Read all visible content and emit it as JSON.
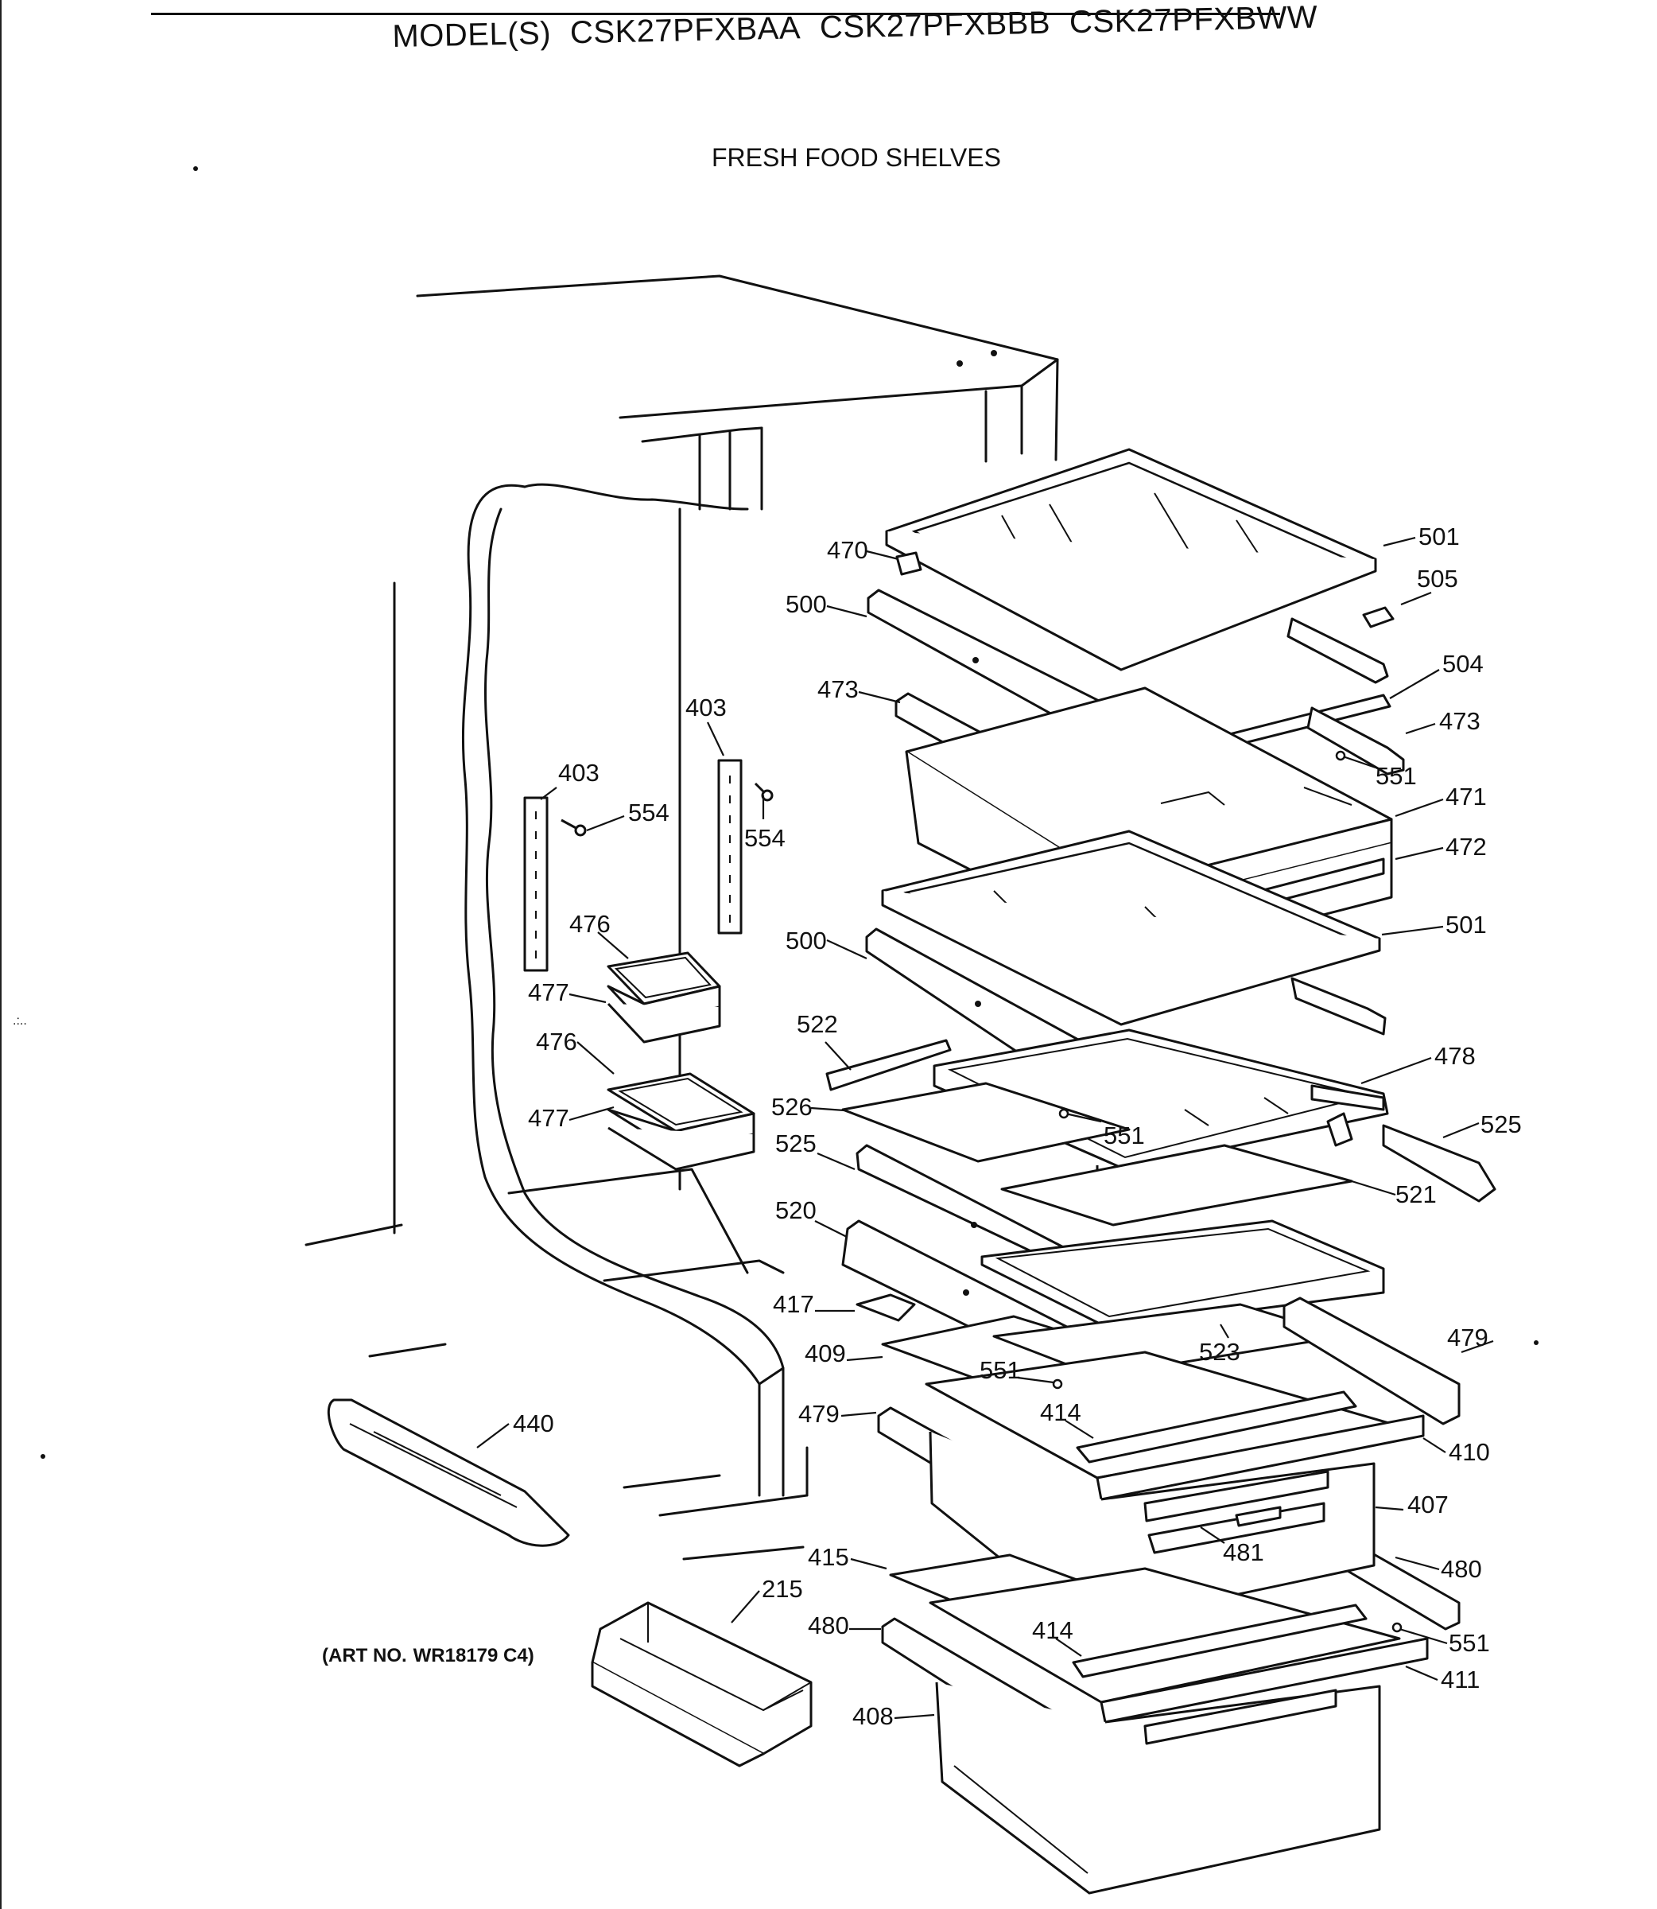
{
  "header": {
    "model_prefix": "MODEL(S)",
    "models": [
      "CSK27PFXBAA",
      "CSK27PFXBBB",
      "CSK27PFXBWW"
    ]
  },
  "section_title": "FRESH FOOD SHELVES",
  "art_number": {
    "prefix": "(ART NO.",
    "code": "WR18179 C4)"
  },
  "callouts": [
    {
      "id": "c470a",
      "label": "470"
    },
    {
      "id": "c500a",
      "label": "500"
    },
    {
      "id": "c501a",
      "label": "501"
    },
    {
      "id": "c505",
      "label": "505"
    },
    {
      "id": "c504",
      "label": "504"
    },
    {
      "id": "c473a",
      "label": "473"
    },
    {
      "id": "c473b",
      "label": "473"
    },
    {
      "id": "c403a",
      "label": "403"
    },
    {
      "id": "c403b",
      "label": "403"
    },
    {
      "id": "c554a",
      "label": "554"
    },
    {
      "id": "c554b",
      "label": "554"
    },
    {
      "id": "c551a",
      "label": "551"
    },
    {
      "id": "c471",
      "label": "471"
    },
    {
      "id": "c472",
      "label": "472"
    },
    {
      "id": "c501b",
      "label": "501"
    },
    {
      "id": "c500b",
      "label": "500"
    },
    {
      "id": "c476a",
      "label": "476"
    },
    {
      "id": "c477a",
      "label": "477"
    },
    {
      "id": "c476b",
      "label": "476"
    },
    {
      "id": "c477b",
      "label": "477"
    },
    {
      "id": "c522",
      "label": "522"
    },
    {
      "id": "c478",
      "label": "478"
    },
    {
      "id": "c526",
      "label": "526"
    },
    {
      "id": "c551b",
      "label": "551"
    },
    {
      "id": "c525a",
      "label": "525"
    },
    {
      "id": "c525b",
      "label": "525"
    },
    {
      "id": "c521",
      "label": "521"
    },
    {
      "id": "c520",
      "label": "520"
    },
    {
      "id": "c417",
      "label": "417"
    },
    {
      "id": "c409",
      "label": "409"
    },
    {
      "id": "c551c",
      "label": "551"
    },
    {
      "id": "c523",
      "label": "523"
    },
    {
      "id": "c479a",
      "label": "479"
    },
    {
      "id": "c479b",
      "label": "479"
    },
    {
      "id": "c414a",
      "label": "414"
    },
    {
      "id": "c410",
      "label": "410"
    },
    {
      "id": "c440",
      "label": "440"
    },
    {
      "id": "c407",
      "label": "407"
    },
    {
      "id": "c481",
      "label": "481"
    },
    {
      "id": "c415",
      "label": "415"
    },
    {
      "id": "c480a",
      "label": "480"
    },
    {
      "id": "c480b",
      "label": "480"
    },
    {
      "id": "c215",
      "label": "215"
    },
    {
      "id": "c414b",
      "label": "414"
    },
    {
      "id": "c551d",
      "label": "551"
    },
    {
      "id": "c411",
      "label": "411"
    },
    {
      "id": "c408",
      "label": "408"
    }
  ]
}
